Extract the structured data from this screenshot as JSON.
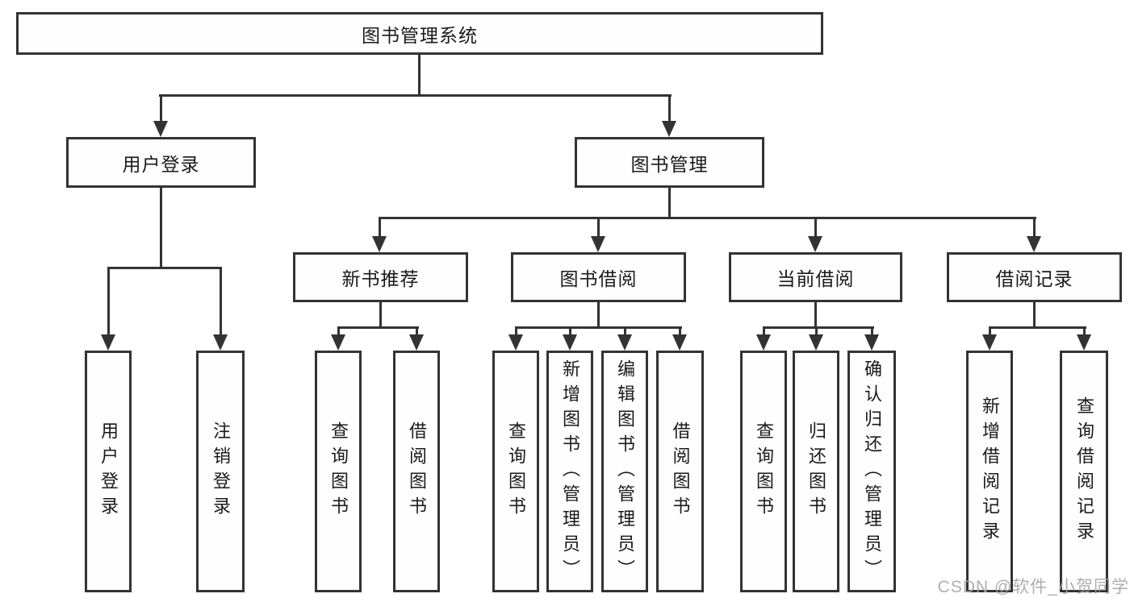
{
  "diagram": {
    "root": {
      "label": "图书管理系统"
    },
    "level2": {
      "user_login": "用户登录",
      "book_management": "图书管理"
    },
    "level3": {
      "new_book_recommend": "新书推荐",
      "book_borrow": "图书借阅",
      "current_borrow": "当前借阅",
      "borrow_records": "借阅记录"
    },
    "leaves": {
      "user_login": "用户登录",
      "logout": "注销登录",
      "nb_query": "查询图书",
      "nb_borrow": "借阅图书",
      "bb_query": "查询图书",
      "bb_add": "新增图书（管理员）",
      "bb_edit": "编辑图书（管理员）",
      "bb_borrow": "借阅图书",
      "cb_query": "查询图书",
      "cb_return": "归还图书",
      "cb_confirm": "确认归还（管理员）",
      "br_add": "新增借阅记录",
      "br_query": "查询借阅记录"
    }
  },
  "watermark": {
    "text": "CSDN @软件_小贺同学"
  },
  "colors": {
    "line": "#333333",
    "text": "#1a1a1a",
    "watermark": "#a5a5a5",
    "background": "#ffffff"
  }
}
